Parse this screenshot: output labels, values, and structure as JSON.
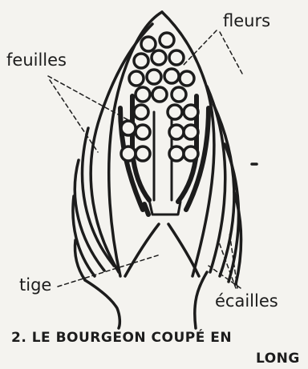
{
  "labels": {
    "fleurs": "fleurs",
    "feuilles": "feuilles",
    "tige": "tige",
    "ecailles": "écailles"
  },
  "caption": {
    "line1": "2. LE BOURGEON COUPÉ EN",
    "line2": "LONG"
  },
  "colors": {
    "ink": "#1c1c1c",
    "paper": "#f4f3ef"
  }
}
